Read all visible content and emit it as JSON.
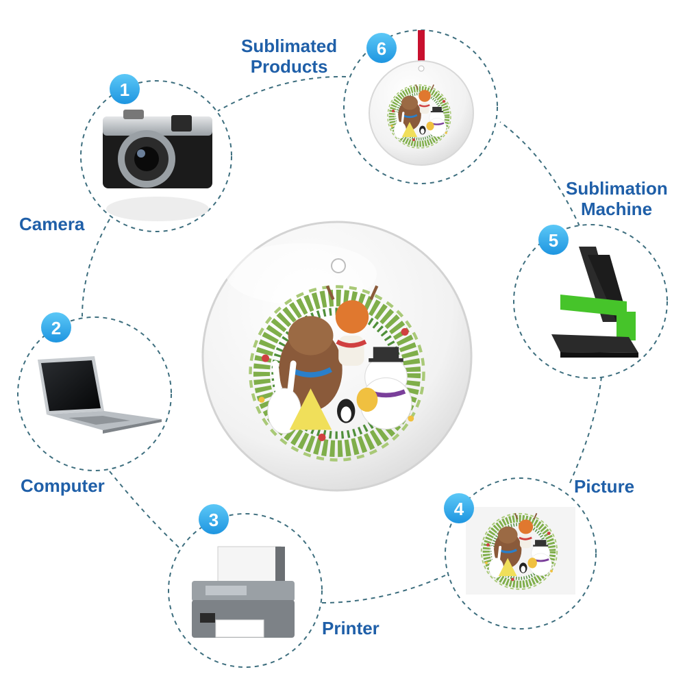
{
  "steps": [
    {
      "number": "1",
      "label": "Camera",
      "icon": "camera-icon"
    },
    {
      "number": "2",
      "label": "Computer",
      "icon": "laptop-icon"
    },
    {
      "number": "3",
      "label": "Printer",
      "icon": "printer-icon"
    },
    {
      "number": "4",
      "label": "Picture",
      "icon": "picture-icon"
    },
    {
      "number": "5",
      "label": "Sublimation Machine",
      "label_lines": [
        "Sublimation",
        "Machine"
      ],
      "icon": "heat-press-icon"
    },
    {
      "number": "6",
      "label": "Sublimated Products",
      "label_lines": [
        "Sublimated",
        "Products"
      ],
      "icon": "ornament-icon"
    }
  ],
  "colors": {
    "label_text": "#1f5fa8",
    "badge": "#2aa6ea",
    "dashed_outline": "#3d6e7e",
    "press_green": "#46c42a",
    "ribbon_red": "#c8102e"
  }
}
